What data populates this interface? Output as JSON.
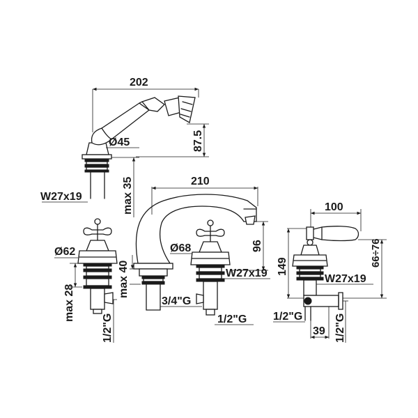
{
  "dimensions": {
    "handshower_width": "202",
    "handshower_height": "87.5",
    "handshower_diameter": "Ø45",
    "handshower_max": "max 35",
    "handshower_thread": "W27x19",
    "spout_width": "210",
    "spout_height": "96",
    "spout_diameter": "Ø68",
    "spout_max": "max 40",
    "spout_thread": "W27x19",
    "spout_inlet": "3/4\"G",
    "left_valve_diameter": "Ø62",
    "left_valve_max": "max 28",
    "left_valve_inlet": "1/2\"G",
    "mid_valve_inlet": "1/2\"G",
    "diverter_width": "100",
    "diverter_height": "149",
    "diverter_range": "66÷76",
    "diverter_thread": "W27x19",
    "diverter_inlet_left": "1/2\"G",
    "diverter_offset": "39",
    "diverter_inlet_right": "1/2\"G"
  }
}
